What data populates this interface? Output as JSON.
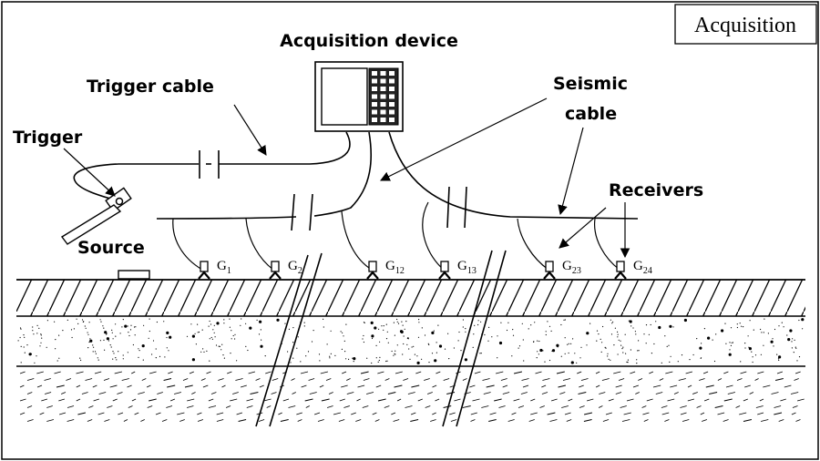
{
  "panel": {
    "title": "Acquisition"
  },
  "labels": {
    "acquisition_device": "Acquisition device",
    "trigger_cable": "Trigger cable",
    "trigger": "Trigger",
    "seismic_cable_line1": "Seismic",
    "seismic_cable_line2": "cable",
    "receivers": "Receivers",
    "source": "Source"
  },
  "geophones": [
    {
      "base": "G",
      "sub": "1"
    },
    {
      "base": "G",
      "sub": "2"
    },
    {
      "base": "G",
      "sub": "12"
    },
    {
      "base": "G",
      "sub": "13"
    },
    {
      "base": "G",
      "sub": "23"
    },
    {
      "base": "G",
      "sub": "24"
    }
  ]
}
